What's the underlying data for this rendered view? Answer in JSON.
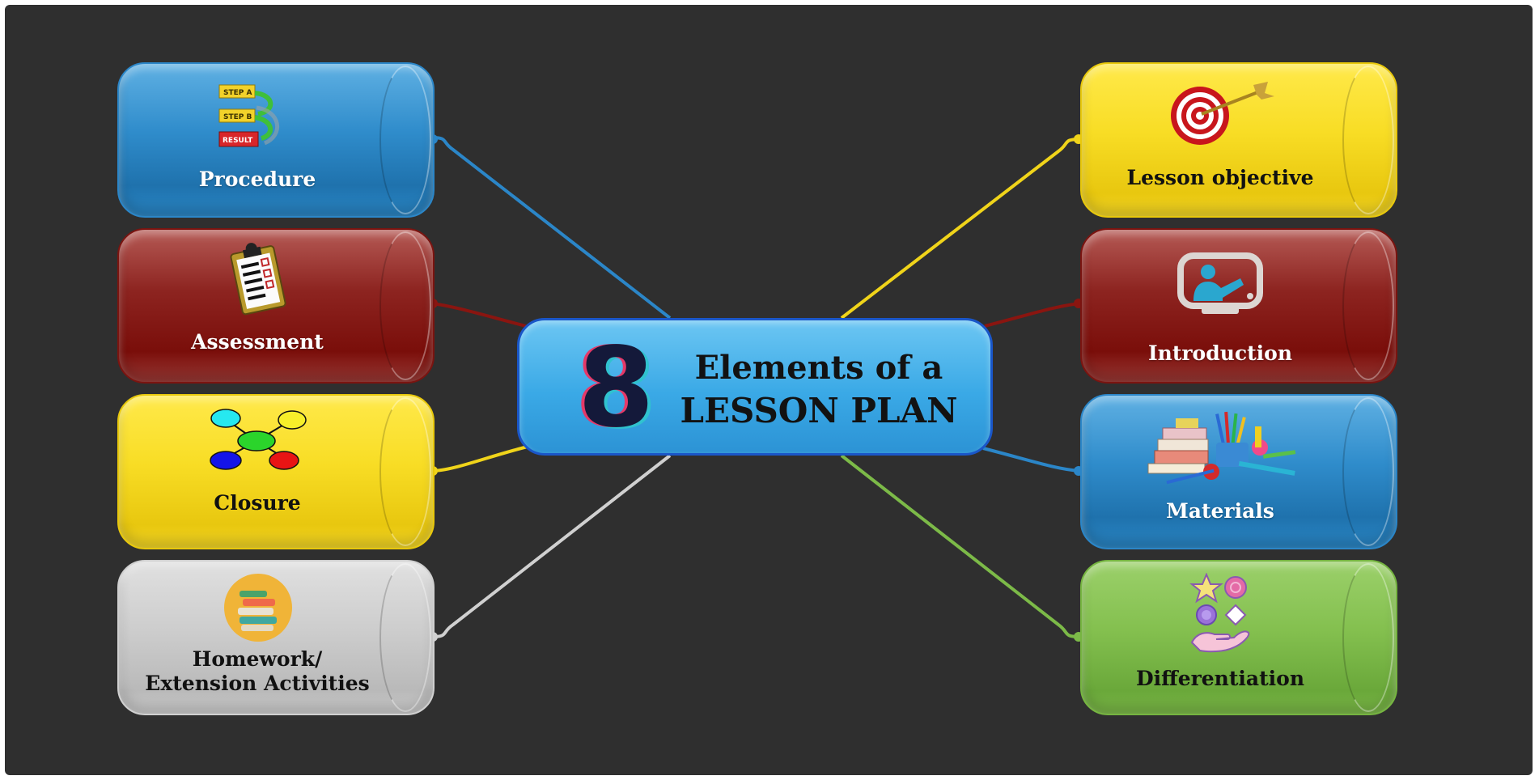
{
  "center": {
    "number": "8",
    "title_line1": "Elements of a",
    "title_line2": "LESSON PLAN"
  },
  "nodes": {
    "procedure": {
      "label": "Procedure",
      "icon": "steps-icon",
      "color": "#2f8ccb"
    },
    "assessment": {
      "label": "Assessment",
      "icon": "clipboard-checklist-icon",
      "color": "#8d2420"
    },
    "closure": {
      "label": "Closure",
      "icon": "bubble-diagram-icon",
      "color": "#f8dd25"
    },
    "homework": {
      "label_line1": "Homework/",
      "label_line2": "Extension Activities",
      "icon": "books-stack-icon",
      "color": "#cdcdcd"
    },
    "objective": {
      "label": "Lesson objective",
      "icon": "target-dart-icon",
      "color": "#f8dd25"
    },
    "introduction": {
      "label": "Introduction",
      "icon": "teacher-screen-icon",
      "color": "#8d2420"
    },
    "materials": {
      "label": "Materials",
      "icon": "school-supplies-icon",
      "color": "#2f8ccb"
    },
    "differentiation": {
      "label": "Differentiation",
      "icon": "hand-shapes-icon",
      "color": "#84c04f"
    }
  },
  "step_icon_text": {
    "a": "STEP A",
    "b": "STEP B",
    "result": "RESULT"
  }
}
